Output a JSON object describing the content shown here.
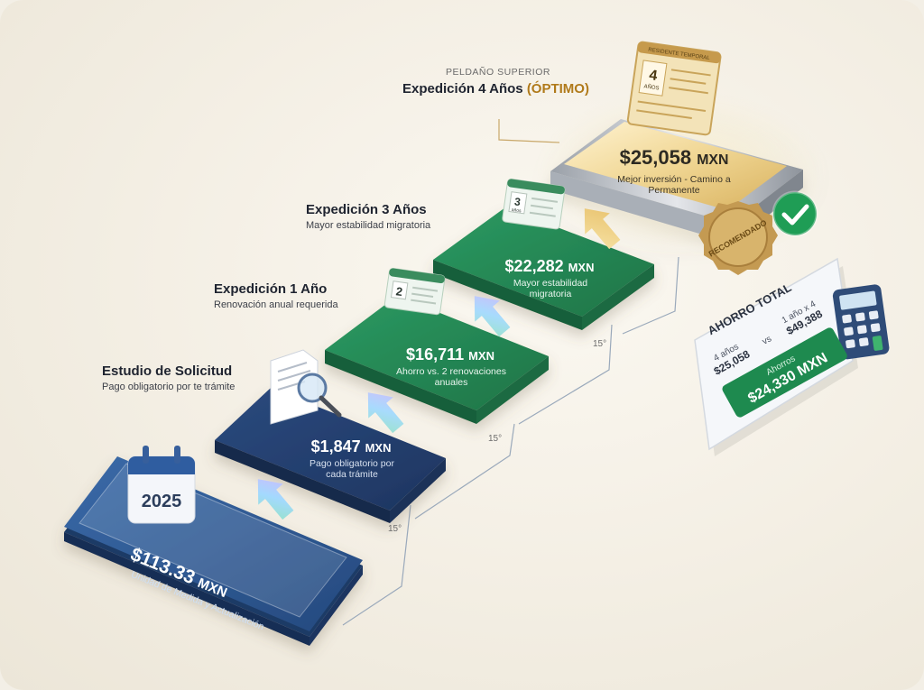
{
  "steps": [
    {
      "title": "Estudio de Solicitud",
      "subtitle": "Pago obligatorio por te trámite",
      "price": "$1,847",
      "unit": "MXN",
      "note": "Pago obligatorio por cada trámite",
      "color": "#24406f"
    },
    {
      "title": "Expedición 1 Año",
      "subtitle": "Renovación anual requerida",
      "price": "$16,711",
      "unit": "MXN",
      "note": "Ahorro vs. 2 renovaciones anuales",
      "color": "#1f7a4d",
      "card_number": "2"
    },
    {
      "title": "Expedición 3 Años",
      "subtitle": "Mayor estabilidad migratoria",
      "price": "$22,282",
      "unit": "MXN",
      "note": "Mayor estabilidad migratoria",
      "color": "#1f7a4d",
      "card_number": "3",
      "card_small": "años"
    },
    {
      "kicker": "PELDAÑO SUPERIOR",
      "title": "Expedición 4 Años",
      "title_highlight": "(ÓPTIMO)",
      "price": "$25,058",
      "unit": "MXN",
      "note": "Mejor inversión - Camino a Permanente",
      "color": "#d9b56a",
      "card_number": "4",
      "card_small": "AÑOS"
    }
  ],
  "base": {
    "year": "2025",
    "price": "$113.33",
    "unit": "MXN",
    "note": "Unidad de Medida y Actualización",
    "color": "#2c5a93"
  },
  "angles": [
    "15°",
    "15°",
    "15°"
  ],
  "badge": {
    "text": "RECOMENDADO",
    "color": "#c9a15a"
  },
  "savings": {
    "title": "AHORRO TOTAL",
    "left_label": "4 años",
    "left_value": "$25,058",
    "vs": "vs",
    "right_label": "1 año x 4",
    "right_value": "$49,388",
    "button_label": "Ahorros",
    "button_value": "$24,330 MXN",
    "button_color": "#1e8a4f"
  },
  "card_header": "RESIDENTE TEMPORAL"
}
